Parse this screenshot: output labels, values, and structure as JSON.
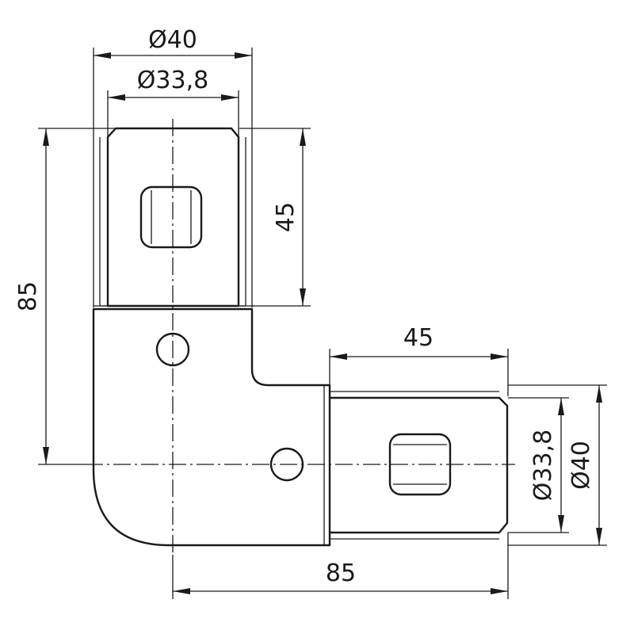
{
  "dimensions": {
    "top_outer_diameter": "Ø40",
    "top_inner_diameter": "Ø33,8",
    "top_socket_length": "45",
    "vertical_overall": "85",
    "right_socket_length": "45",
    "right_inner_diameter": "Ø33,8",
    "right_outer_diameter": "Ø40",
    "horizontal_overall": "85"
  }
}
